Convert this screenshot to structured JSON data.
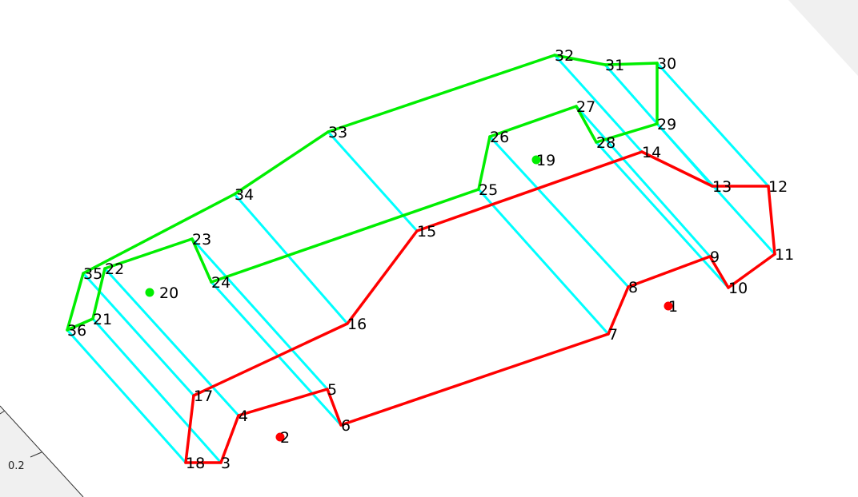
{
  "figure": {
    "axis_tick_label": "0.2",
    "colors": {
      "bottom_outline": "#ff0000",
      "top_outline": "#00ee00",
      "connectors": "#00ffff",
      "background_panel": "#f0f0f0",
      "label": "#000000"
    },
    "points": [
      {
        "id": 1,
        "label": "1",
        "group": "bottom",
        "marker": true
      },
      {
        "id": 2,
        "label": "2",
        "group": "bottom",
        "marker": true
      },
      {
        "id": 3,
        "label": "3",
        "group": "bottom"
      },
      {
        "id": 4,
        "label": "4",
        "group": "bottom"
      },
      {
        "id": 5,
        "label": "5",
        "group": "bottom"
      },
      {
        "id": 6,
        "label": "6",
        "group": "bottom"
      },
      {
        "id": 7,
        "label": "7",
        "group": "bottom"
      },
      {
        "id": 8,
        "label": "8",
        "group": "bottom"
      },
      {
        "id": 9,
        "label": "9",
        "group": "bottom"
      },
      {
        "id": 10,
        "label": "10",
        "group": "bottom"
      },
      {
        "id": 11,
        "label": "11",
        "group": "bottom"
      },
      {
        "id": 12,
        "label": "12",
        "group": "bottom"
      },
      {
        "id": 13,
        "label": "13",
        "group": "bottom"
      },
      {
        "id": 14,
        "label": "14",
        "group": "bottom"
      },
      {
        "id": 15,
        "label": "15",
        "group": "bottom"
      },
      {
        "id": 16,
        "label": "16",
        "group": "bottom"
      },
      {
        "id": 17,
        "label": "17",
        "group": "bottom"
      },
      {
        "id": 18,
        "label": "18",
        "group": "bottom"
      },
      {
        "id": 19,
        "label": "19",
        "group": "top",
        "marker": true
      },
      {
        "id": 20,
        "label": "20",
        "group": "top",
        "marker": true
      },
      {
        "id": 21,
        "label": "21",
        "group": "top"
      },
      {
        "id": 22,
        "label": "22",
        "group": "top"
      },
      {
        "id": 23,
        "label": "23",
        "group": "top"
      },
      {
        "id": 24,
        "label": "24",
        "group": "top"
      },
      {
        "id": 25,
        "label": "25",
        "group": "top"
      },
      {
        "id": 26,
        "label": "26",
        "group": "top"
      },
      {
        "id": 27,
        "label": "27",
        "group": "top"
      },
      {
        "id": 28,
        "label": "28",
        "group": "top"
      },
      {
        "id": 29,
        "label": "29",
        "group": "top"
      },
      {
        "id": 30,
        "label": "30",
        "group": "top"
      },
      {
        "id": 31,
        "label": "31",
        "group": "top"
      },
      {
        "id": 32,
        "label": "32",
        "group": "top"
      },
      {
        "id": 33,
        "label": "33",
        "group": "top"
      },
      {
        "id": 34,
        "label": "34",
        "group": "top"
      },
      {
        "id": 35,
        "label": "35",
        "group": "top"
      },
      {
        "id": 36,
        "label": "36",
        "group": "top"
      }
    ],
    "bottom_loop": [
      3,
      4,
      5,
      6,
      7,
      8,
      9,
      10,
      11,
      12,
      13,
      14,
      15,
      16,
      17,
      18,
      3
    ],
    "top_loop": [
      21,
      22,
      23,
      24,
      25,
      26,
      27,
      28,
      29,
      30,
      31,
      32,
      33,
      34,
      35,
      36,
      21
    ],
    "connectors": [
      [
        3,
        21
      ],
      [
        4,
        22
      ],
      [
        5,
        23
      ],
      [
        6,
        24
      ],
      [
        7,
        25
      ],
      [
        8,
        26
      ],
      [
        9,
        27
      ],
      [
        10,
        28
      ],
      [
        11,
        29
      ],
      [
        12,
        30
      ],
      [
        13,
        31
      ],
      [
        14,
        32
      ],
      [
        15,
        33
      ],
      [
        16,
        34
      ],
      [
        17,
        35
      ],
      [
        18,
        36
      ]
    ]
  }
}
